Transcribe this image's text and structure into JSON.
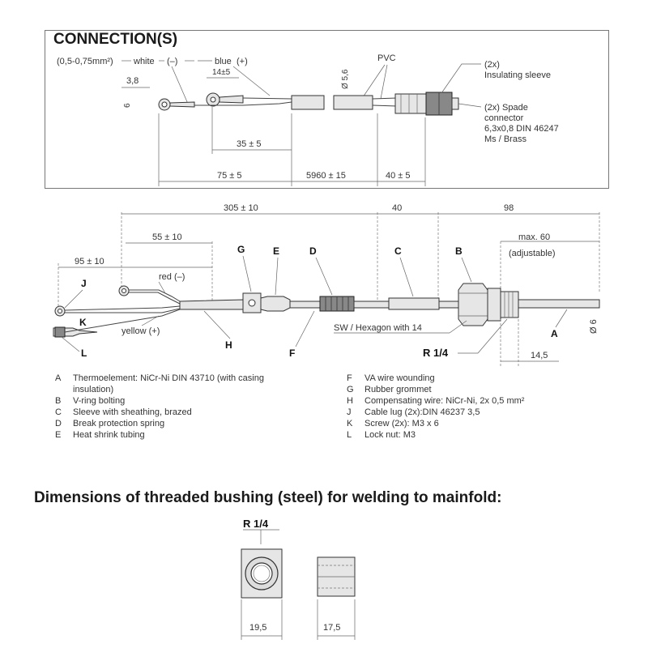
{
  "connection": {
    "title": "CONNECTION(S)",
    "wire_size": "(0,5-0,75mm²)",
    "white_label": "white",
    "white_sign": "(–)",
    "blue_label": "blue",
    "blue_sign": "(+)",
    "pvc": "PVC",
    "sleeve_count": "(2x)",
    "sleeve_label": "Insulating sleeve",
    "spade_count": "(2x) Spade",
    "spade_line2": "connector",
    "spade_line3": "6,3x0,8 DIN 46247",
    "spade_line4": "Ms / Brass",
    "dim_14": "14±5",
    "dim_3_8": "3,8",
    "dim_6": "6",
    "dim_d56": "Ø 5,6",
    "dim_35": "35 ± 5",
    "dim_75": "75 ± 5",
    "dim_5960": "5960 ± 15",
    "dim_40": "40 ± 5"
  },
  "sensor": {
    "dim_305": "305 ± 10",
    "dim_40": "40",
    "dim_98": "98",
    "dim_55": "55 ± 10",
    "dim_95": "95 ± 10",
    "max60": "max. 60",
    "adjustable": "(adjustable)",
    "red_label": "red (–)",
    "yellow_label": "yellow (+)",
    "hexagon": "SW / Hexagon with 14",
    "thread": "R 1/4",
    "dim_14_5": "14,5",
    "dim_d6": "Ø 6",
    "letters": {
      "A": "A",
      "B": "B",
      "C": "C",
      "D": "D",
      "E": "E",
      "F": "F",
      "G": "G",
      "H": "H",
      "J": "J",
      "K": "K",
      "L": "L"
    }
  },
  "legend_left": [
    {
      "key": "A",
      "text": "Thermoelement: NiCr-Ni DIN 43710 (with casing"
    },
    {
      "key": "",
      "text": "insulation)"
    },
    {
      "key": "B",
      "text": "V-ring bolting"
    },
    {
      "key": "C",
      "text": "Sleeve with sheathing, brazed"
    },
    {
      "key": "D",
      "text": "Break protection spring"
    },
    {
      "key": "E",
      "text": "Heat shrink tubing"
    }
  ],
  "legend_right": [
    {
      "key": "F",
      "text": "VA wire wounding"
    },
    {
      "key": "G",
      "text": "Rubber grommet"
    },
    {
      "key": "H",
      "text": "Compensating wire: NiCr-Ni, 2x 0,5 mm²"
    },
    {
      "key": "J",
      "text": "Cable lug (2x):DIN 46237 3,5"
    },
    {
      "key": "K",
      "text": "Screw (2x): M3 x 6"
    },
    {
      "key": "L",
      "text": "Lock nut: M3"
    }
  ],
  "bushing": {
    "title": "Dimensions of threaded bushing (steel) for welding to mainfold:",
    "thread": "R 1/4",
    "dim_19_5": "19,5",
    "dim_17_5": "17,5"
  }
}
